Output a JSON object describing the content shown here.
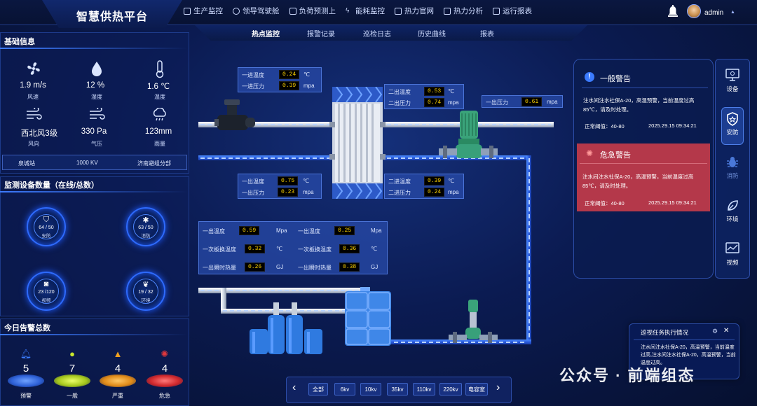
{
  "header": {
    "title": "智慧供热平台",
    "nav": [
      {
        "label": "生产监控",
        "icon": "sliders-icon"
      },
      {
        "label": "领导驾驶舱",
        "icon": "cube-icon"
      },
      {
        "label": "负荷预测上",
        "icon": "grid-icon"
      },
      {
        "label": "能耗监控",
        "icon": "bolt-icon"
      },
      {
        "label": "热力官网",
        "icon": "monitor-icon"
      },
      {
        "label": "热力分析",
        "icon": "image-icon"
      },
      {
        "label": "运行报表",
        "icon": "doc-icon"
      }
    ],
    "user": "admin"
  },
  "subtabs": [
    "热点监控",
    "报警记录",
    "巡检日志",
    "历史曲线",
    "报表"
  ],
  "basic_info": {
    "title": "基础信息",
    "weather": [
      {
        "value": "1.9 m/s",
        "label": "风速",
        "icon": "fan-icon"
      },
      {
        "value": "12  %",
        "label": "湿度",
        "icon": "droplet-icon"
      },
      {
        "value": "1.6 ℃",
        "label": "温度",
        "icon": "thermometer-icon"
      },
      {
        "value": "西北风3级",
        "label": "风向",
        "icon": "wind-icon"
      },
      {
        "value": "330 Pa",
        "label": "气压",
        "icon": "pressure-icon"
      },
      {
        "value": "123mm",
        "label": "雨量",
        "icon": "rain-icon"
      }
    ],
    "station": [
      "泉城站",
      "1000 KV",
      "济南避组分部"
    ]
  },
  "devices": {
    "title": "监测设备数量（在线/总数）",
    "items": [
      {
        "value": "64 / 50",
        "label": "安防",
        "icon": "shield-icon"
      },
      {
        "value": "63 / 50",
        "label": "消防",
        "icon": "bug-icon"
      },
      {
        "value": "23 /120",
        "label": "视频",
        "icon": "camera-icon"
      },
      {
        "value": "19 / 32",
        "label": "环境",
        "icon": "leaf-icon"
      }
    ]
  },
  "alarms_today": {
    "title": "今日告警总数",
    "items": [
      {
        "count": "5",
        "label": "预警",
        "color": "#3b7bff",
        "icon": "bell-icon"
      },
      {
        "count": "7",
        "label": "一般",
        "color": "#c8e62c",
        "icon": "exclaim-icon"
      },
      {
        "count": "4",
        "label": "严重",
        "color": "#f0a020",
        "icon": "warning-icon"
      },
      {
        "count": "4",
        "label": "危急",
        "color": "#e0383c",
        "icon": "siren-icon"
      }
    ]
  },
  "readouts": {
    "in_top": [
      {
        "label": "一进温度",
        "value": "0.24",
        "unit": "℃"
      },
      {
        "label": "一进压力",
        "value": "0.39",
        "unit": "mpa"
      }
    ],
    "out2": [
      {
        "label": "二出温度",
        "value": "0.53",
        "unit": "℃"
      },
      {
        "label": "二出压力",
        "value": "0.74",
        "unit": "mpa"
      }
    ],
    "out1_pressure": {
      "label": "一出压力",
      "value": "0.61",
      "unit": "mpa"
    },
    "out1": [
      {
        "label": "一出温度",
        "value": "0.75",
        "unit": "℃"
      },
      {
        "label": "一出压力",
        "value": "0.23",
        "unit": "mpa"
      }
    ],
    "in2": [
      {
        "label": "二进温度",
        "value": "0.39",
        "unit": "℃"
      },
      {
        "label": "二进压力",
        "value": "0.24",
        "unit": "mpa"
      }
    ],
    "big": [
      [
        {
          "label": "一出温度",
          "value": "0.59",
          "unit": "Mpa"
        },
        {
          "label": "一出温度",
          "value": "0.25",
          "unit": "Mpa"
        }
      ],
      [
        {
          "label": "一次板换温度",
          "value": "0.32",
          "unit": "℃"
        },
        {
          "label": "一次板换温度",
          "value": "0.36",
          "unit": "℃"
        }
      ],
      [
        {
          "label": "一出瞬时热量",
          "value": "0.26",
          "unit": "GJ"
        },
        {
          "label": "一出瞬时热量",
          "value": "0.38",
          "unit": "GJ"
        }
      ]
    ]
  },
  "alerts": {
    "general": {
      "title": "一般警告",
      "text": "注水间注水社保A-20，高温预警，当前温度过高85℃，请及时处理。",
      "threshold": "正常阈值：40-80",
      "time": "2025.29.15  09:34:21"
    },
    "danger": {
      "title": "危急警告",
      "text": "注水间注水社保A-20，高温预警，当前温度过高85℃，请及时处理。",
      "threshold": "正常阈值：40-80",
      "time": "2025.29.15  09:34:21"
    }
  },
  "sidebar": [
    {
      "label": "设备",
      "icon": "monitor-icon"
    },
    {
      "label": "安防",
      "icon": "shield-icon"
    },
    {
      "label": "消防",
      "icon": "bug-icon"
    },
    {
      "label": "环境",
      "icon": "leaf-icon"
    },
    {
      "label": "视频",
      "icon": "chart-icon"
    }
  ],
  "filters": [
    "全部",
    "6kv",
    "10kv",
    "35kv",
    "110kv",
    "220kv",
    "电容室"
  ],
  "patrol": {
    "title": "巡视任务执行情况",
    "text": "注水间注水社保A-20，高温预警，当前温度过高,注水间注水社保A-20，高温预警，当前温度过高。"
  },
  "watermark": "公众号 · 前端组态",
  "colors": {
    "accent": "#3b7bff",
    "danger": "#b4384a",
    "readout": "#ffd400"
  }
}
